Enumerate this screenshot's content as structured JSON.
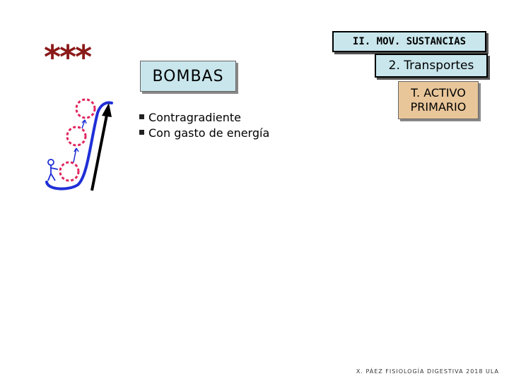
{
  "decoration": {
    "stars": "***"
  },
  "header": {
    "section_title": "II. MOV. SUSTANCIAS"
  },
  "topic": {
    "subtitle": "2. Transportes",
    "type_line1": "T. ACTIVO",
    "type_line2": "PRIMARIO"
  },
  "main": {
    "title": "BOMBAS",
    "bullets": [
      "Contragradiente",
      "Con gasto de energía"
    ]
  },
  "footer": {
    "credit": "X. PÁEZ  FISIOLOGÍA DIGESTIVA 2018  ULA"
  },
  "colors": {
    "box_blue": "#c8e6ec",
    "box_orange": "#e8c69a",
    "stars": "#8b1a1a",
    "hill": "#1f2fd6",
    "ball": "#e0245e"
  }
}
